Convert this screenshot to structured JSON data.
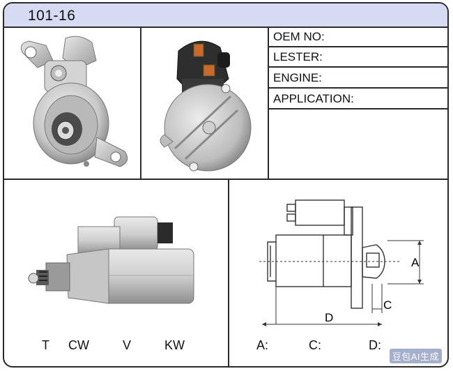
{
  "header": {
    "code": "101-16"
  },
  "specs": {
    "oem_label": "OEM NO:",
    "lester_label": "LESTER:",
    "engine_label": "ENGINE:",
    "application_label": "APPLICATION:"
  },
  "rotation": {
    "t": "T",
    "cw": "CW",
    "v": "V",
    "kw": "KW"
  },
  "dimensions": {
    "a": "A:",
    "c": "C:",
    "d": "D:",
    "drawing_a": "A",
    "drawing_c": "C",
    "drawing_d": "D"
  },
  "watermark": "豆包AI生成"
}
